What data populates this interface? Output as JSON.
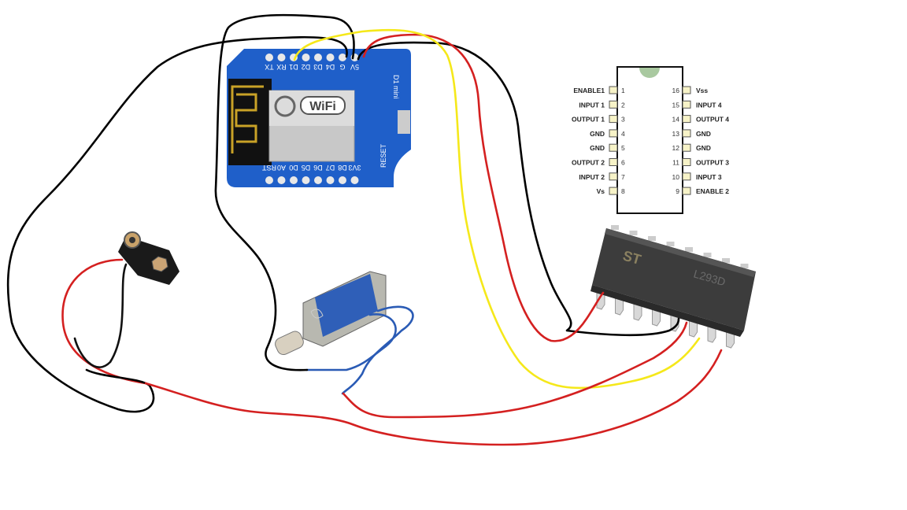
{
  "colors": {
    "wire_black": "#000000",
    "wire_red": "#d42020",
    "wire_yellow": "#f5e81a",
    "board": "#1f5fc9",
    "chip": "#3a3a3a",
    "notch": "#a9c9a0"
  },
  "d1_mini": {
    "name": "D1 mini",
    "top_pins": [
      "TX",
      "RX",
      "D1",
      "D2",
      "D3",
      "D4",
      "G",
      "5V"
    ],
    "bottom_pins": [
      "RST",
      "A0",
      "D0",
      "D5",
      "D6",
      "D7",
      "D8",
      "3V3"
    ],
    "reset_label": "RESET",
    "wifi_logo": "WiFi"
  },
  "pinout": {
    "left": [
      {
        "num": "1",
        "label": "ENABLE1"
      },
      {
        "num": "2",
        "label": "INPUT 1"
      },
      {
        "num": "3",
        "label": "OUTPUT 1"
      },
      {
        "num": "4",
        "label": "GND"
      },
      {
        "num": "5",
        "label": "GND"
      },
      {
        "num": "6",
        "label": "OUTPUT 2"
      },
      {
        "num": "7",
        "label": "INPUT 2"
      },
      {
        "num": "8",
        "label": "Vs"
      }
    ],
    "right": [
      {
        "num": "16",
        "label": "Vss"
      },
      {
        "num": "15",
        "label": "INPUT 4"
      },
      {
        "num": "14",
        "label": "OUTPUT 4"
      },
      {
        "num": "13",
        "label": "GND"
      },
      {
        "num": "12",
        "label": "GND"
      },
      {
        "num": "11",
        "label": "OUTPUT 3"
      },
      {
        "num": "10",
        "label": "INPUT 3"
      },
      {
        "num": "9",
        "label": "ENABLE 2"
      }
    ]
  },
  "chip": {
    "part": "L293D",
    "logo": "ST"
  }
}
